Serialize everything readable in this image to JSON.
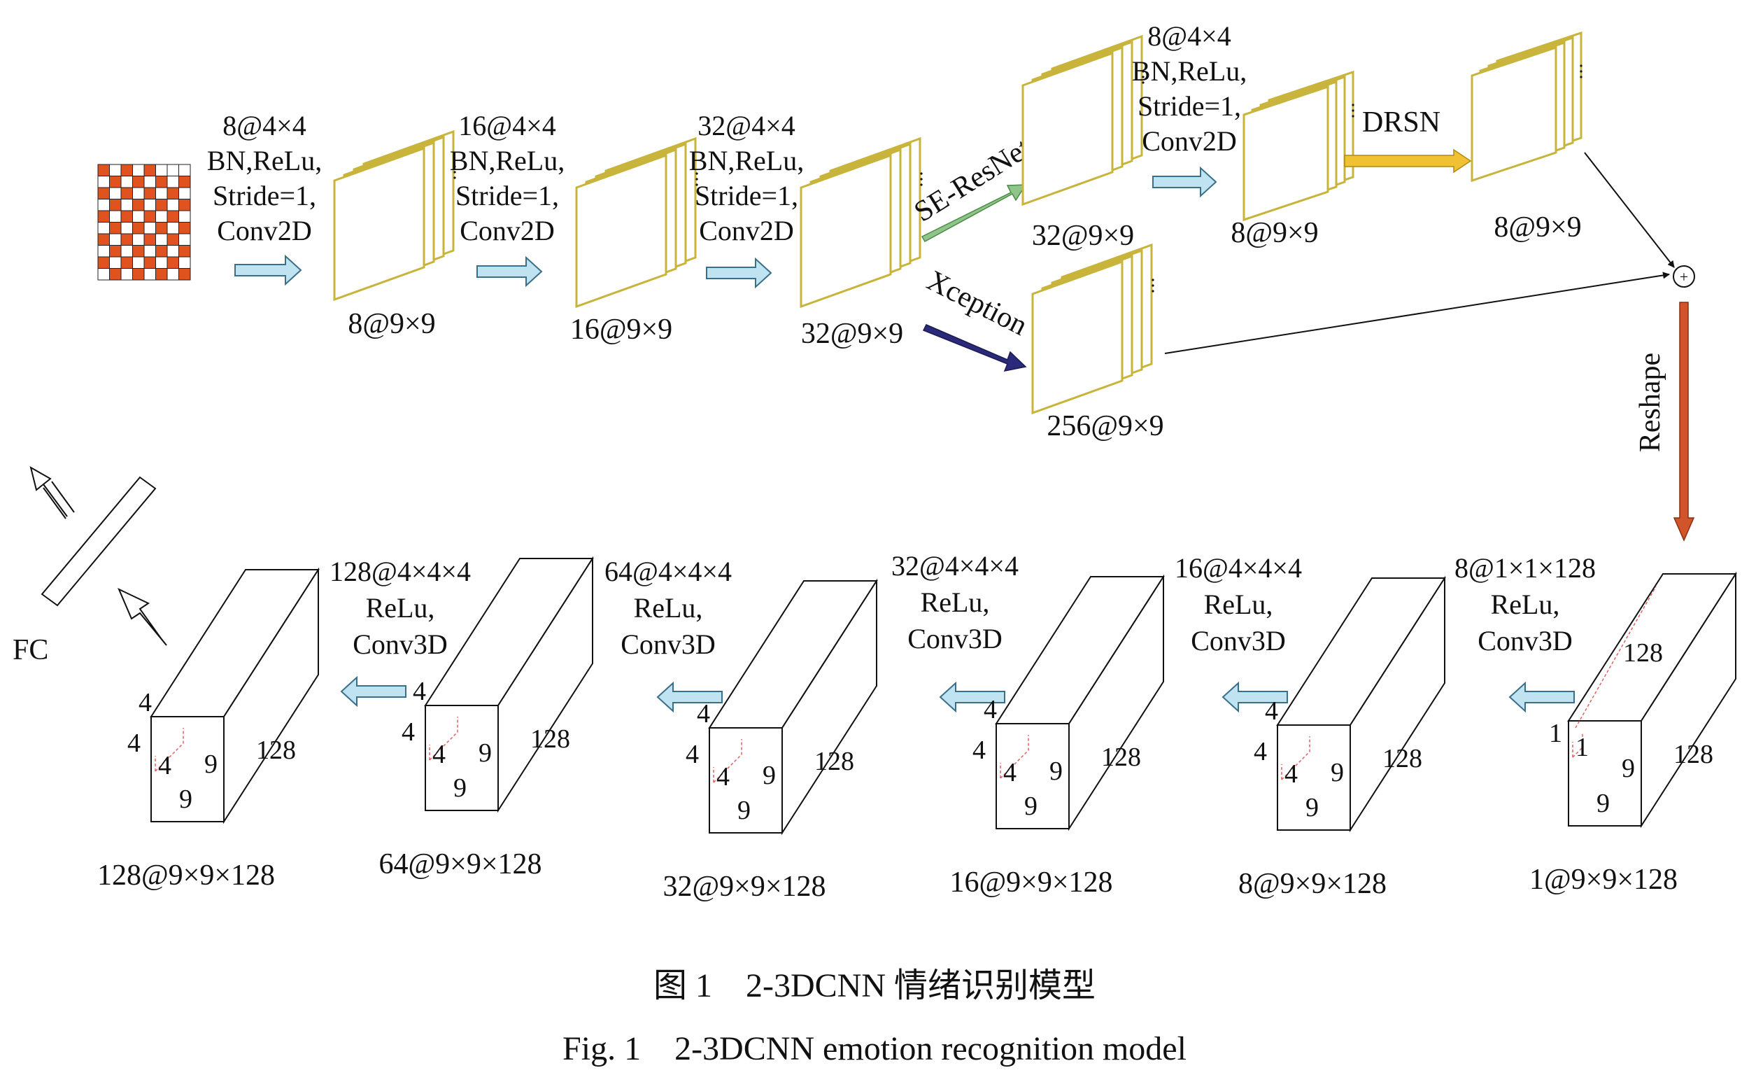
{
  "input_matrix": {
    "rows": 10,
    "cols": 8,
    "cell_colors": [
      "#e0531f",
      "#ffffff"
    ]
  },
  "conv2d_stages": [
    {
      "params": [
        "8@4×4",
        "BN,ReLu,",
        "Stride=1,",
        "Conv2D"
      ],
      "output": "8@9×9"
    },
    {
      "params": [
        "16@4×4",
        "BN,ReLu,",
        "Stride=1,",
        "Conv2D"
      ],
      "output": "16@9×9"
    },
    {
      "params": [
        "32@4×4",
        "BN,ReLu,",
        "Stride=1,",
        "Conv2D"
      ],
      "output": "32@9×9"
    }
  ],
  "branches": {
    "upper": {
      "label": "SE-ResNet",
      "output": "32@9×9",
      "conv_params": [
        "8@4×4",
        "BN,ReLu,",
        "Stride=1,",
        "Conv2D"
      ],
      "conv_output": "8@9×9",
      "drsn_label": "DRSN",
      "drsn_output": "8@9×9"
    },
    "lower": {
      "label": "Xception",
      "output": "256@9×9"
    }
  },
  "merge_symbol": "+",
  "reshape_label": "Reshape",
  "conv3d_stages": [
    {
      "input": "1@9×9×128",
      "params": [
        "8@1×1×128",
        "ReLu,",
        "Conv3D"
      ],
      "kernel_labels": [
        "1",
        "1"
      ],
      "dims": [
        "9",
        "9",
        "128"
      ],
      "depth_label": "128"
    },
    {
      "input": "8@9×9×128",
      "params": [
        "16@4×4×4",
        "ReLu,",
        "Conv3D"
      ],
      "kernel_labels": [
        "4",
        "4",
        "4"
      ],
      "dims": [
        "9",
        "9",
        "128"
      ]
    },
    {
      "input": "16@9×9×128",
      "params": [
        "32@4×4×4",
        "ReLu,",
        "Conv3D"
      ],
      "kernel_labels": [
        "4",
        "4",
        "4"
      ],
      "dims": [
        "9",
        "9",
        "128"
      ]
    },
    {
      "input": "32@9×9×128",
      "params": [
        "64@4×4×4",
        "ReLu,",
        "Conv3D"
      ],
      "kernel_labels": [
        "4",
        "4",
        "4"
      ],
      "dims": [
        "9",
        "9",
        "128"
      ]
    },
    {
      "input": "64@9×9×128",
      "params": [
        "128@4×4×4",
        "ReLu,",
        "Conv3D"
      ],
      "kernel_labels": [
        "4",
        "4",
        "4"
      ],
      "dims": [
        "9",
        "9",
        "128"
      ]
    },
    {
      "input": "128@9×9×128",
      "kernel_labels": [
        "4",
        "4",
        "4"
      ],
      "dims": [
        "9",
        "9",
        "128"
      ]
    }
  ],
  "fc_label": "FC",
  "caption": {
    "zh": "图 1　2-3DCNN 情绪识别模型",
    "en": "Fig. 1　2-3DCNN emotion recognition model"
  },
  "colors": {
    "feature_map_border": "#c8b43a",
    "small_arrow_fill": "#bfe3f0",
    "small_arrow_stroke": "#3a6f8a",
    "se_resnet_arrow": "#8fc48a",
    "xception_arrow": "#2b2a7a",
    "drsn_arrow": "#f0c233",
    "reshape_arrow": "#d2542a",
    "input_red": "#e0531f"
  }
}
